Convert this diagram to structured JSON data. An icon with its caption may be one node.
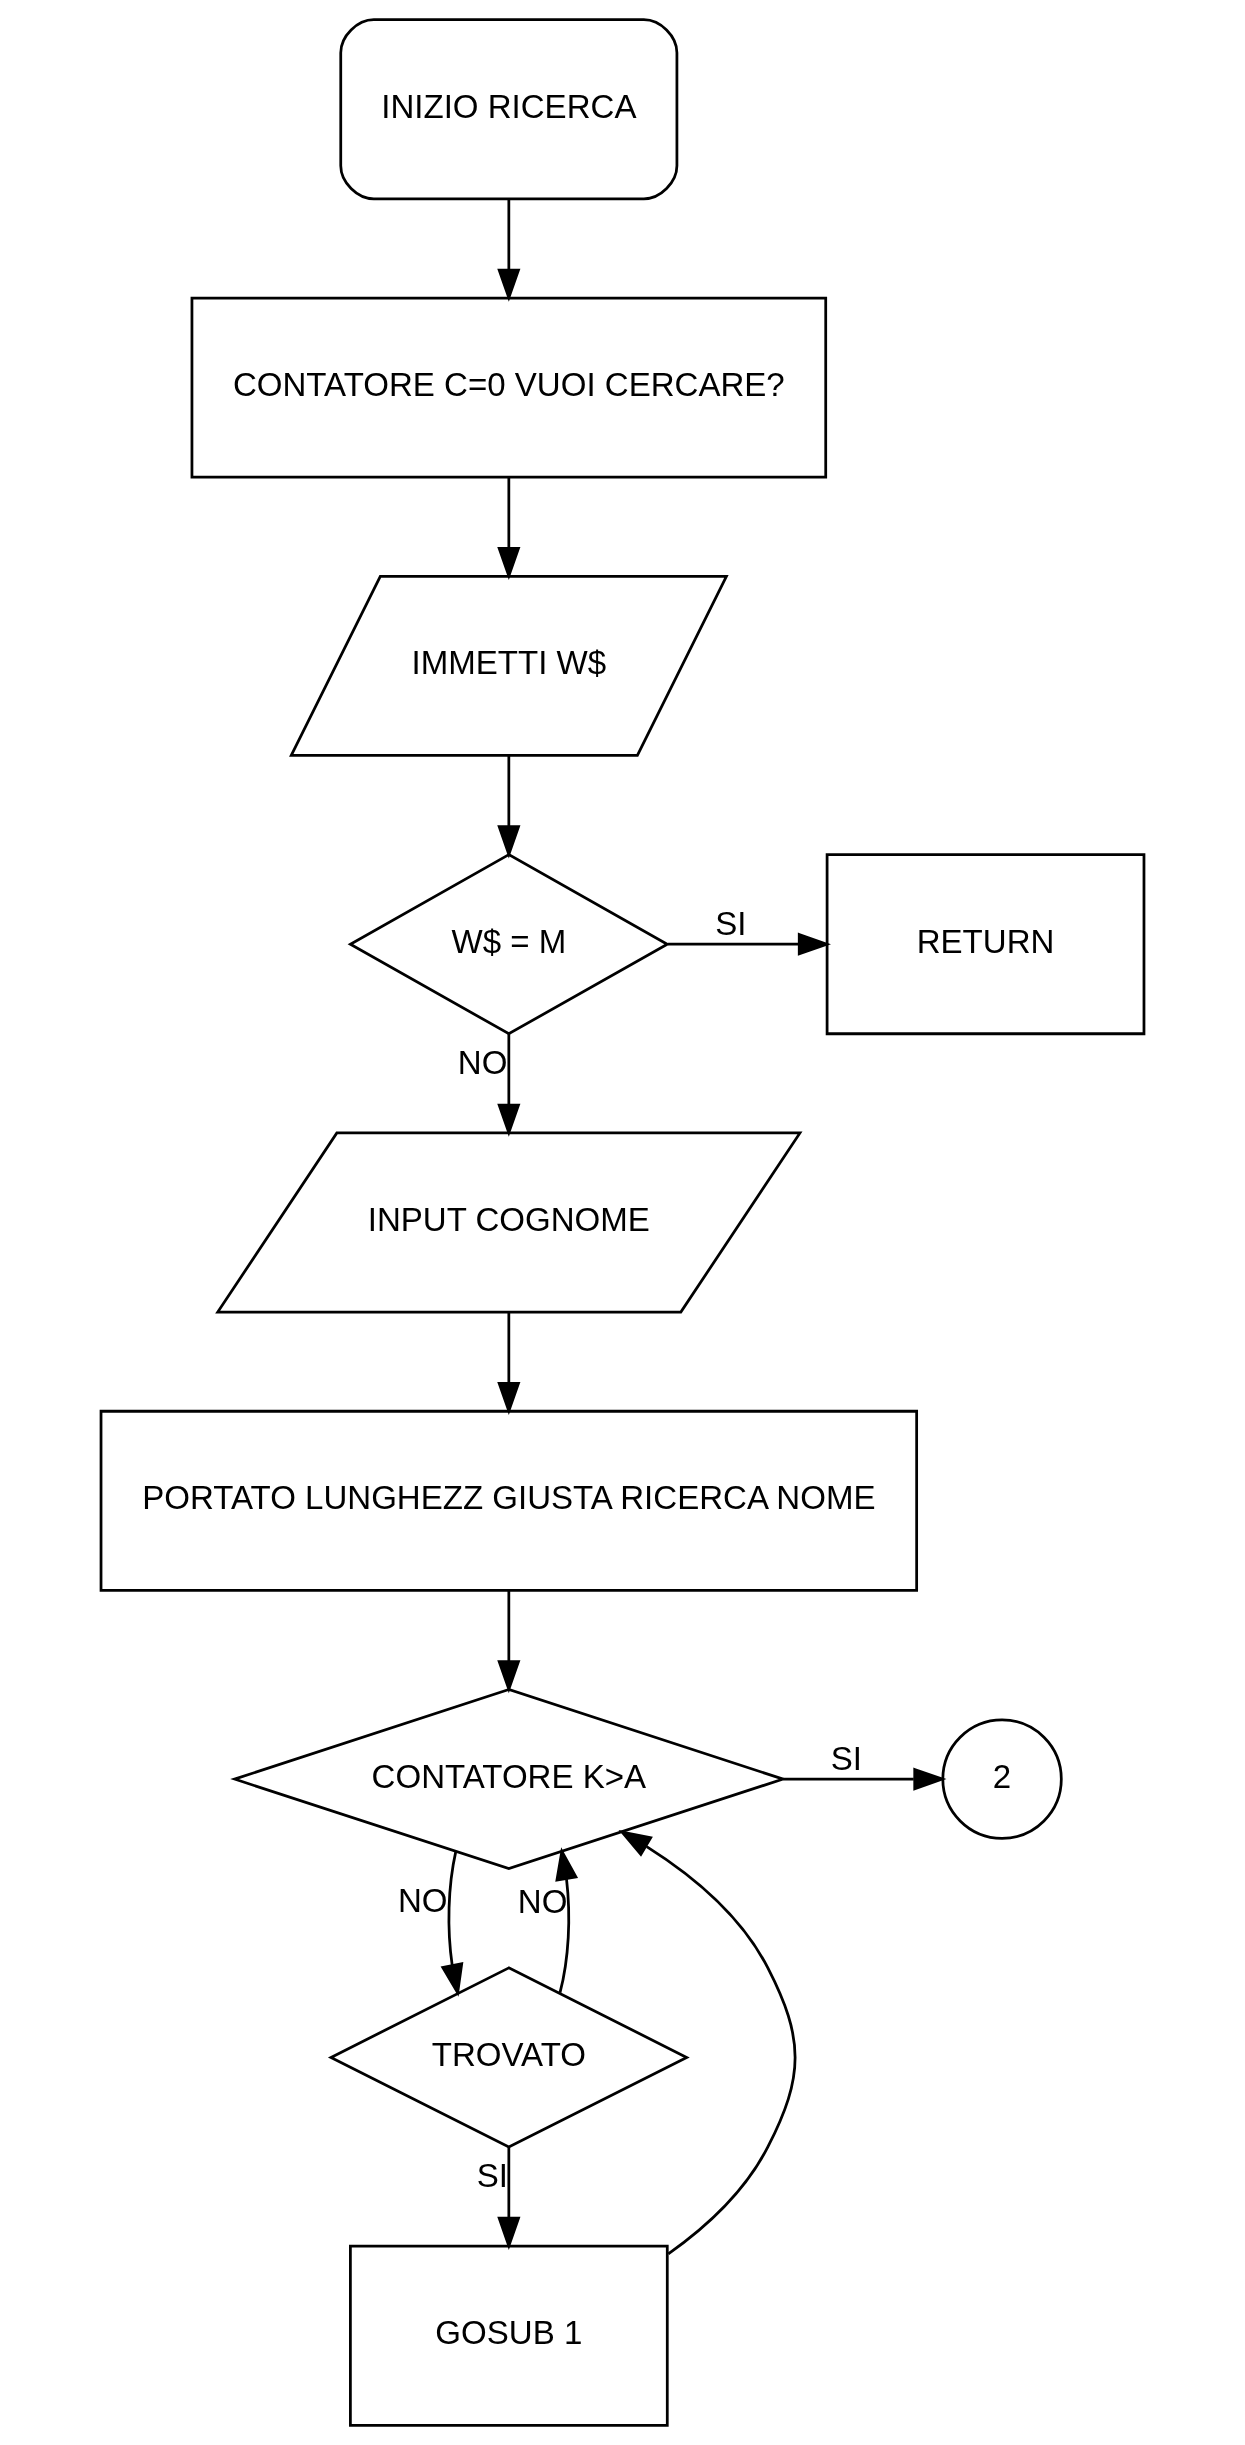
{
  "diagram": {
    "nodes": [
      {
        "text": [
          "INIZIO RICERCA"
        ]
      },
      {
        "text": [
          "CONTATORE C=0 VUOI CERCARE?"
        ]
      },
      {
        "text": [
          "IMMETTI W$"
        ]
      },
      {
        "text": [
          "W$ = M"
        ]
      },
      {
        "text": [
          "RETURN"
        ]
      },
      {
        "text": [
          "INPUT COGNOME"
        ]
      },
      {
        "text": [
          "PORTATO LUNGHEZZ GIUSTA RICERCA NOME"
        ]
      },
      {
        "text": [
          "CONTATORE K>A"
        ]
      },
      {
        "text": [
          "2"
        ]
      },
      {
        "text": [
          "TROVATO"
        ]
      },
      {
        "text": [
          "GOSUB 1"
        ]
      }
    ],
    "edges": [
      {
        "from": 0,
        "to": 1,
        "arrow": "to"
      },
      {
        "from": 1,
        "to": 2,
        "arrow": "to"
      },
      {
        "from": 2,
        "to": 3,
        "arrow": "to"
      },
      {
        "from": 3,
        "to": 4,
        "arrow": "to",
        "label": "SI"
      },
      {
        "from": 3,
        "to": 5,
        "arrow": "to",
        "label": "NO"
      },
      {
        "from": 5,
        "to": 6,
        "arrow": "to"
      },
      {
        "from": 6,
        "to": 7,
        "arrow": "to"
      },
      {
        "from": 7,
        "to": 8,
        "arrow": "to",
        "label": "SI"
      },
      {
        "from": 7,
        "to": 9,
        "arrow": "to",
        "label": "NO"
      },
      {
        "from": 9,
        "to": 7,
        "arrow": "to",
        "label": "NO"
      },
      {
        "from": 9,
        "to": 10,
        "arrow": "to",
        "label": "SI"
      },
      {
        "from": 10,
        "to": 7,
        "arrow": "to"
      }
    ]
  }
}
